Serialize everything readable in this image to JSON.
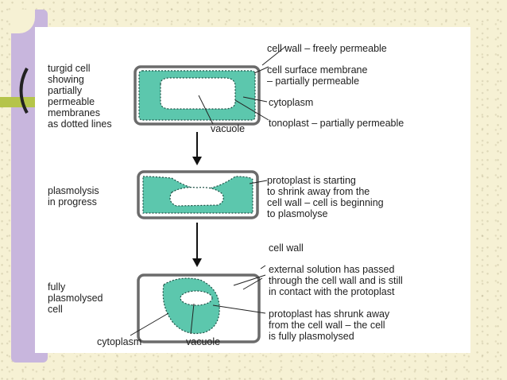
{
  "diagram": {
    "stage1_label": [
      "turgid cell",
      "showing",
      "partially",
      "permeable",
      "membranes",
      "as dotted lines"
    ],
    "stage2_label": [
      "plasmolysis",
      "in progress"
    ],
    "stage3_label": [
      "fully",
      "plasmolysed",
      "cell"
    ],
    "ann_cell_wall_permeable": "cell wall – freely permeable",
    "ann_membrane": [
      "cell surface membrane",
      "– partially permeable"
    ],
    "ann_cytoplasm": "cytoplasm",
    "ann_tonoplast": "tonoplast – partially permeable",
    "ann_vacuole": "vacuole",
    "ann_protoplast_shrinking": [
      "protoplast is starting",
      "to shrink away from the",
      "cell wall – cell is beginning",
      "to plasmolyse"
    ],
    "ann_cell_wall": "cell wall",
    "ann_external_solution": [
      "external solution has passed",
      "through the cell wall and is still",
      "in contact with the protoplast"
    ],
    "ann_protoplast_shrunk": [
      "protoplast has shrunk away",
      "from the cell wall – the cell",
      "is fully plasmolysed"
    ],
    "ann_cytoplasm_bottom": "cytoplasm",
    "ann_vacuole_bottom": "vacuole"
  },
  "colors": {
    "cytoplasm": "#5cc7ad",
    "wall": "#6b6b6b",
    "slide_background": "#f6f1d4",
    "side_bar": "#c8b6dd",
    "accent_line": "#b5c44a"
  }
}
